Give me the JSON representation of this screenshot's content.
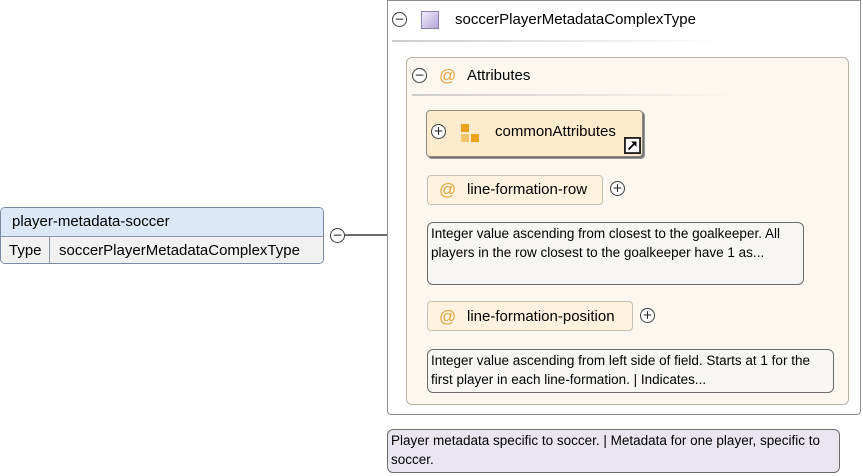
{
  "element": {
    "name": "player-metadata-soccer",
    "type_label": "Type",
    "type_value": "soccerPlayerMetadataComplexType"
  },
  "complex_type": {
    "title": "soccerPlayerMetadataComplexType",
    "documentation": "Player metadata specific to soccer. | Metadata for one player, specific to soccer."
  },
  "attributes_group": {
    "title": "Attributes",
    "at_symbol": "@",
    "attribute_group_ref": "commonAttributes",
    "items": [
      {
        "name": "line-formation-row",
        "documentation": "Integer value ascending from closest to the goalkeeper. All players in the row closest to the goalkeeper have 1 as..."
      },
      {
        "name": "line-formation-position",
        "documentation": "Integer value ascending from left side of field. Starts at 1 for the first player in each line-formation. | Indicates..."
      }
    ]
  },
  "icons": {
    "collapse": "collapse-icon",
    "expand": "expand-icon",
    "complex_type": "complex-type-icon",
    "attribute": "attribute-icon",
    "attribute_group": "attribute-group-icon",
    "reference": "reference-arrow-icon"
  },
  "colors": {
    "attribute_accent": "#e3a33a",
    "element_header": "#dce7f7",
    "complex_type_icon": "#c8bce6",
    "attr_group_fill": "#fdebcd"
  },
  "glyphs": {
    "minus": "−",
    "plus": "+"
  }
}
